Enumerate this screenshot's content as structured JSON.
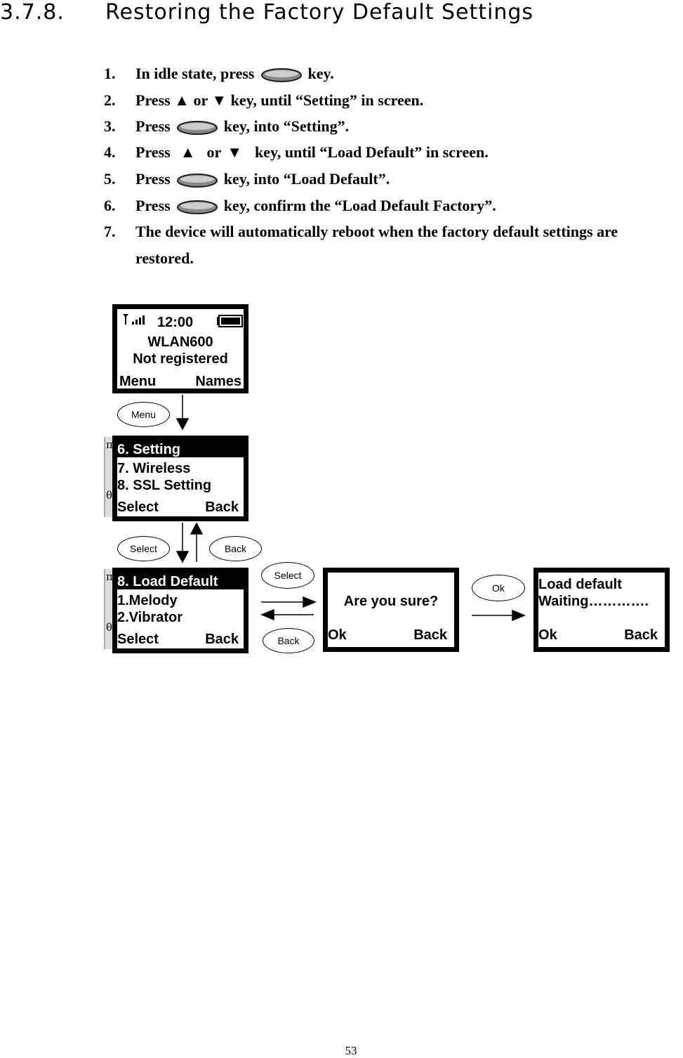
{
  "heading": {
    "number": "3.7.8.",
    "title": "Restoring the Factory Default Settings"
  },
  "steps": [
    {
      "n": "1.",
      "a": "In idle state, press",
      "b": "key."
    },
    {
      "n": "2.",
      "a": "Press ▲ or ▼ key, until “Setting” in screen."
    },
    {
      "n": "3.",
      "a": "Press",
      "b": "key, into “Setting”."
    },
    {
      "n": "4.",
      "a": "Press",
      "up": "▲",
      "or": "or",
      "down": "▼",
      "b": "key, until “Load Default” in screen."
    },
    {
      "n": "5.",
      "a": "Press",
      "b": "key, into “Load Default”."
    },
    {
      "n": "6.",
      "a": "Press",
      "b": "key, confirm the “Load Default Factory”."
    },
    {
      "n": "7.",
      "a": "The device will automatically reboot when the factory default settings are",
      "c": "restored."
    }
  ],
  "screens": {
    "idle": {
      "time": "12:00",
      "name": "WLAN600",
      "status": "Not registered",
      "left": "Menu",
      "right": "Names"
    },
    "menu": {
      "items": [
        "6. Setting",
        "7. Wireless",
        "8. SSL Setting"
      ],
      "left": "Select",
      "right": "Back"
    },
    "setting": {
      "items": [
        "8. Load Default",
        "1.Melody",
        "2.Vibrator"
      ],
      "left": "Select",
      "right": "Back"
    },
    "confirm": {
      "question": "Are you sure?",
      "left": "Ok",
      "right": "Back"
    },
    "waiting": {
      "line1": "Load default",
      "line2": "Waiting………….",
      "left": "Ok",
      "right": "Back"
    },
    "side_symbols": {
      "top": "π",
      "bottom": "θ"
    }
  },
  "buttons": {
    "menu": "Menu",
    "select": "Select",
    "back": "Back",
    "ok": "Ok"
  },
  "page_number": "53"
}
